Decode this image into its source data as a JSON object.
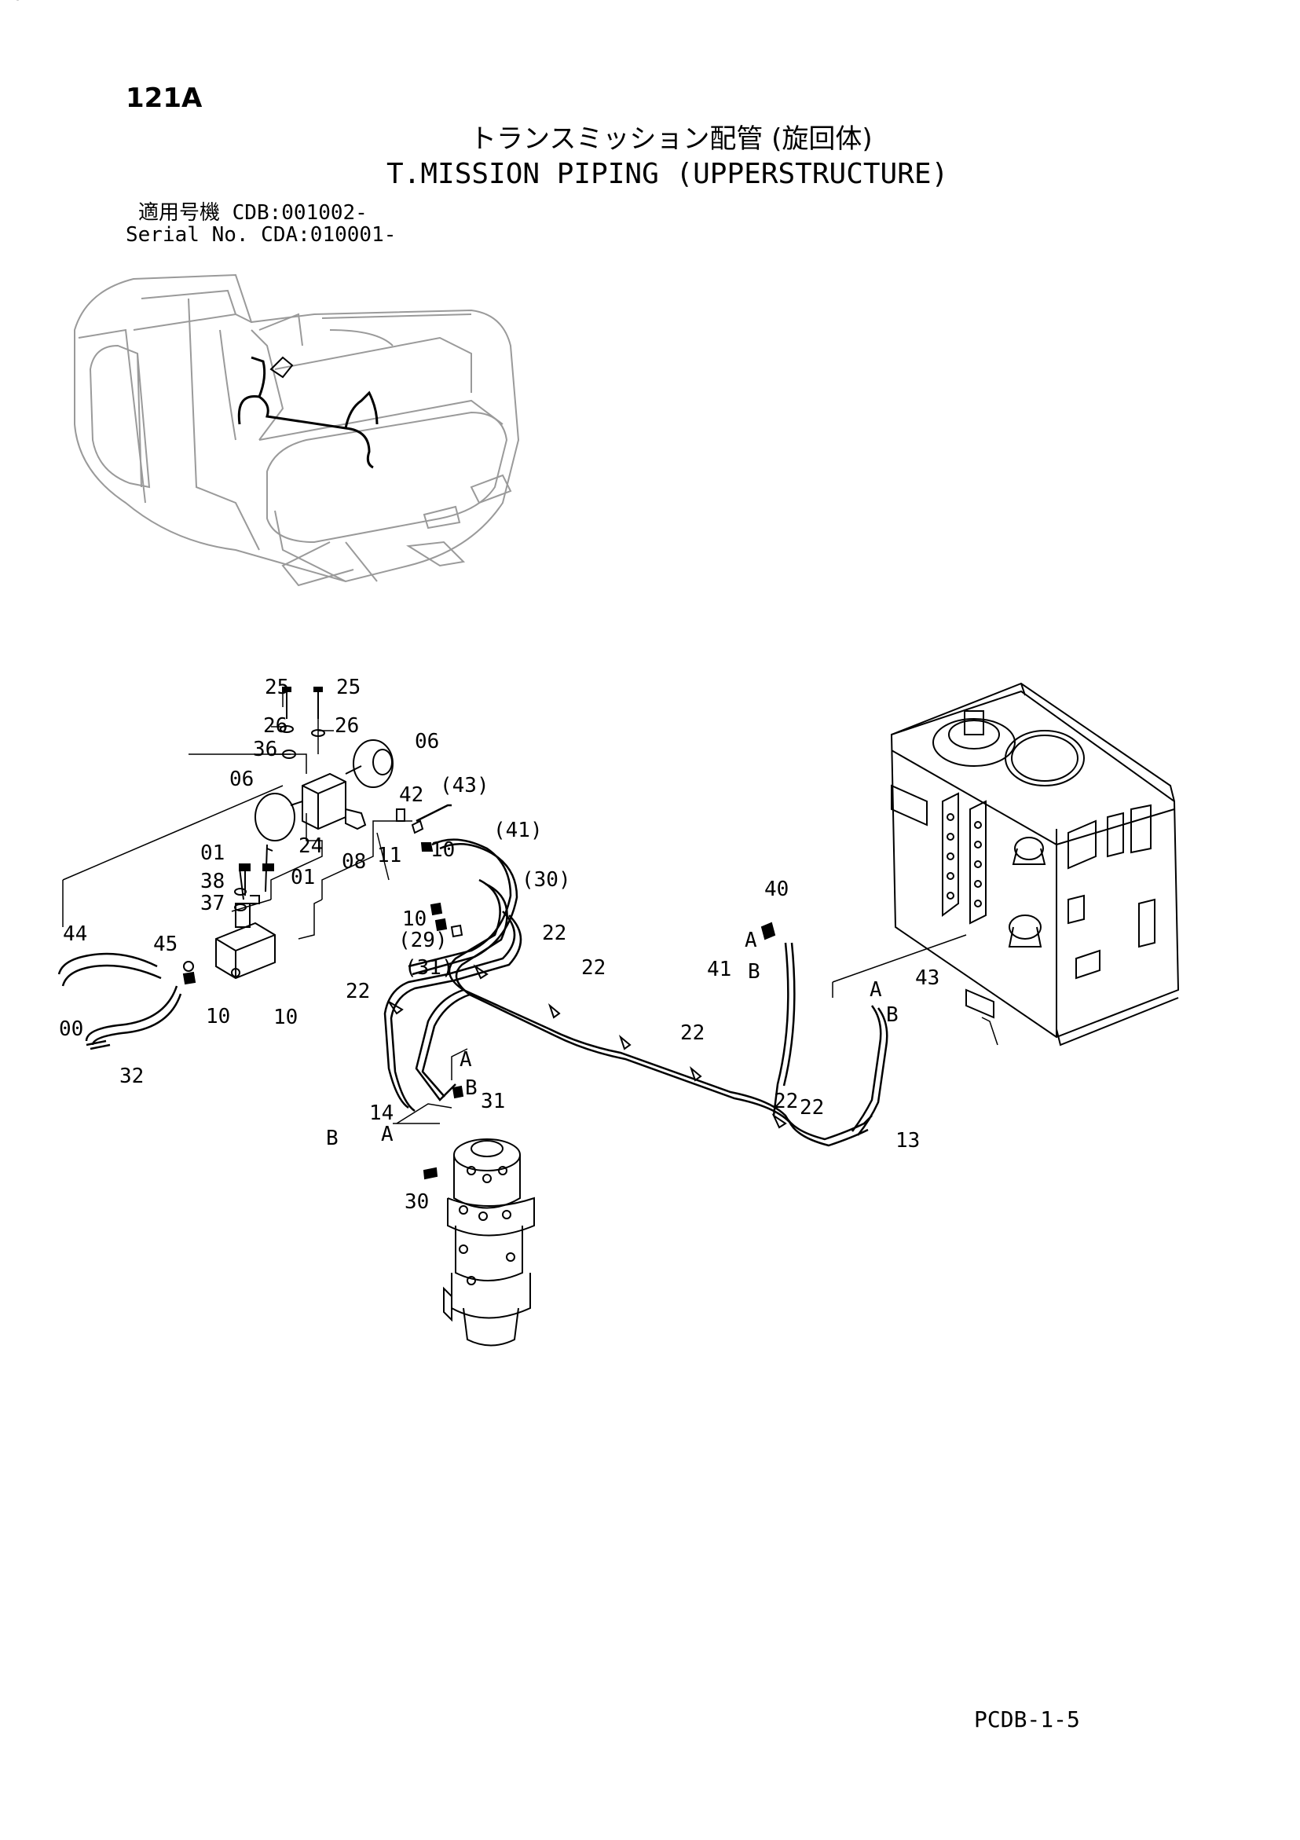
{
  "page_code": "121A",
  "title_jp": "トランスミッション配管 (旋回体)",
  "title_en": "T.MISSION PIPING (UPPERSTRUCTURE)",
  "serial_line_1": "適用号機 CDB:001002-",
  "serial_line_2": "Serial No. CDA:010001-",
  "footer_code": "PCDB-1-5",
  "callouts": [
    "25",
    "25",
    "26",
    "26",
    "36",
    "06",
    "06",
    "42",
    "(43)",
    "24",
    "08",
    "11",
    "10",
    "(41)",
    "01",
    "01",
    "38",
    "37",
    "10",
    "(29)",
    "(30)",
    "(31)",
    "22",
    "44",
    "45",
    "10",
    "00",
    "10",
    "32",
    "22",
    "22",
    "22",
    "22",
    "22",
    "40",
    "A",
    "B",
    "41",
    "A",
    "B",
    "43",
    "A",
    "B",
    "31",
    "14",
    "A",
    "B",
    "30",
    "13",
    "29"
  ]
}
